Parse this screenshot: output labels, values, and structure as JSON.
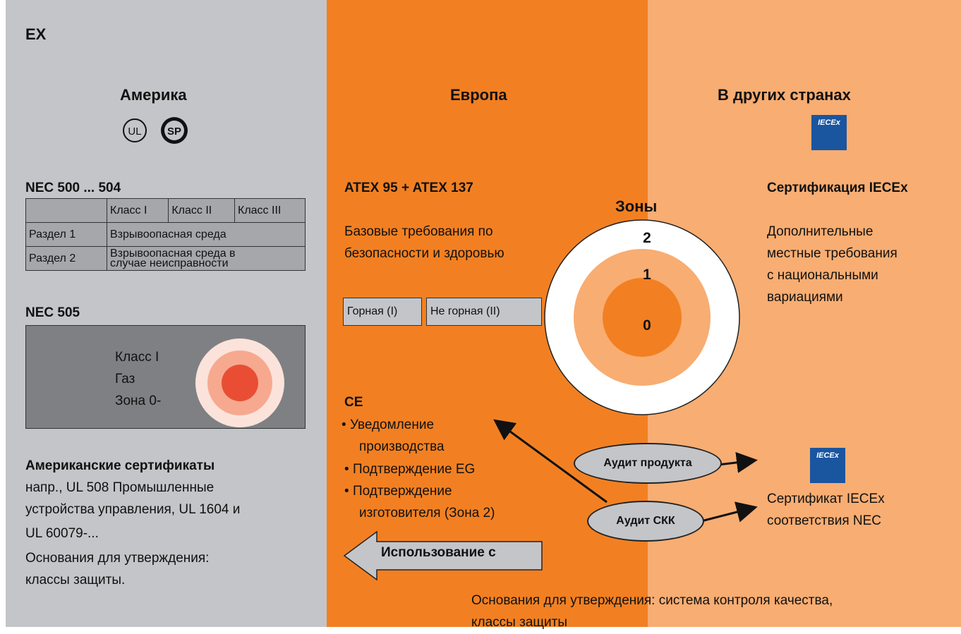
{
  "title": "EX",
  "regions": {
    "america": "Америка",
    "europe": "Европа",
    "other": "В других странах"
  },
  "logos": {
    "ul": "UL",
    "csa": "SP",
    "iecex": "IECEx"
  },
  "nec500": {
    "title": "NEC 500 ... 504",
    "headers": [
      "",
      "Класс I",
      "Класс II",
      "Класс III"
    ],
    "rows": [
      {
        "label": "Раздел 1",
        "value": "Взрывоопасная среда"
      },
      {
        "label": "Раздел 2",
        "value_line1": "Взрывоопасная среда в",
        "value_line2": "случае неисправности"
      }
    ]
  },
  "nec505": {
    "title": "NEC 505",
    "line1": "Класс I",
    "line2": "Газ",
    "line3": "Зона 0-"
  },
  "us_certs": {
    "title": "Американские сертификаты",
    "line1": "напр., UL 508 Промышленные",
    "line2": "устройства управления, UL 1604 и",
    "line3": "UL 60079-...",
    "basis1": "Основания для утверждения:",
    "basis2": "классы защиты."
  },
  "atex": {
    "title": "ATEX 95 + ATEX 137",
    "line1": "Базовые требования по",
    "line2": "безопасности и здоровью",
    "mine": "Горная (I)",
    "nonmine": "Не горная (II)"
  },
  "zones": {
    "title": "Зоны",
    "z2": "2",
    "z1": "1",
    "z0": "0"
  },
  "ce": {
    "title": "CE",
    "items": [
      {
        "line1": "Уведомление",
        "line2": "производства"
      },
      {
        "line1": "Подтверждение EG",
        "line2": ""
      },
      {
        "line1": "Подтверждение",
        "line2": "изготовителя (Зона 2)"
      }
    ]
  },
  "usage_arrow": "Использование с",
  "audits": {
    "product": "Аудит продукта",
    "qms": "Аудит СКК"
  },
  "iecex_cert": {
    "title": "Сертификация IECEx",
    "line1": "Дополнительные",
    "line2": "местные требования",
    "line3": "с национальными",
    "line4": "вариациями",
    "cert1": "Сертификат IECEx",
    "cert2": "соответствия NEC"
  },
  "bottom_basis": {
    "line1": "Основания для утверждения: система контроля качества,",
    "line2": "классы защиты"
  },
  "colors": {
    "gray": "#c3c5c8",
    "orange": "#f28022",
    "peach": "#f8ad72",
    "iecex_blue": "#1a55a0"
  }
}
